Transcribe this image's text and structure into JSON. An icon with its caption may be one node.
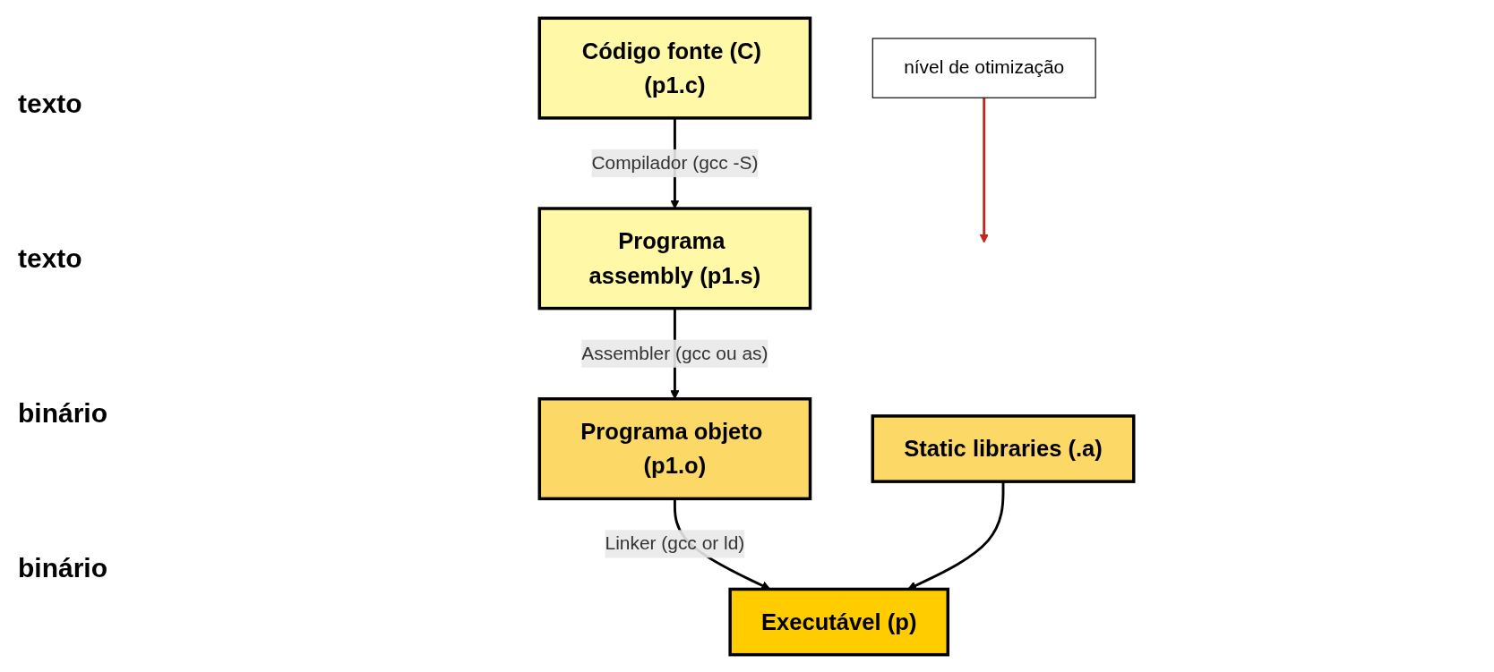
{
  "diagram": {
    "nodes": [
      {
        "text": [
          "Código fonte (C) (p1.c)"
        ]
      },
      {
        "text": [
          "Programa assembly (p1.s)"
        ]
      },
      {
        "text": [
          "Programa objeto (p1.o)"
        ]
      },
      {
        "text": [
          "Static libraries (.a)"
        ]
      },
      {
        "text": [
          "Executável (p)"
        ]
      },
      {
        "text": [
          "nível de otimização"
        ]
      }
    ],
    "edges": [
      {
        "from": 0,
        "to": 1,
        "arrow": "to",
        "label": "Compilador (gcc -S)"
      },
      {
        "from": 1,
        "to": 2,
        "arrow": "to",
        "label": "Assembler (gcc ou as)"
      },
      {
        "from": 2,
        "to": 4,
        "arrow": "to",
        "label": "Linker (gcc or ld)"
      },
      {
        "from": 3,
        "to": 4,
        "arrow": "to"
      },
      {
        "from": 5,
        "to": null,
        "arrow": "to",
        "color": "#c0281e"
      }
    ],
    "labels": [
      "texto",
      "texto",
      "binário",
      "binário"
    ]
  }
}
